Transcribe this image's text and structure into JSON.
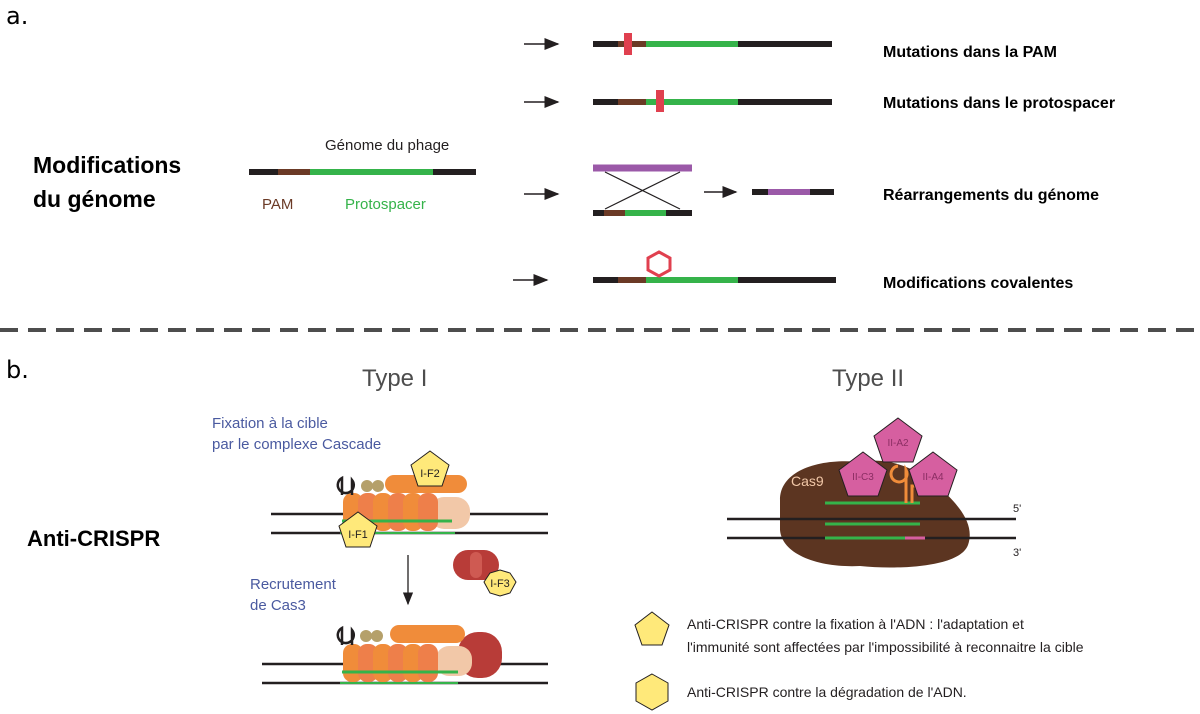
{
  "panel_a": {
    "label": "a.",
    "heading_line1": "Modifications",
    "heading_line2": "du génome",
    "genome_label": "Génome du phage",
    "pam_label": "PAM",
    "protospacer_label": "Protospacer",
    "rows": [
      {
        "label": "Mutations dans la PAM"
      },
      {
        "label": "Mutations dans le protospacer"
      },
      {
        "label": "Réarrangements du génome"
      },
      {
        "label": "Modifications covalentes"
      }
    ]
  },
  "panel_b": {
    "label": "b.",
    "heading": "Anti-CRISPR",
    "type1": {
      "title": "Type I",
      "caption1_line1": "Fixation à la cible",
      "caption1_line2": "par le complexe Cascade",
      "caption2_line1": "Recrutement",
      "caption2_line2": "de Cas3",
      "proteins": {
        "f1": "I-F1",
        "f2": "I-F2",
        "f3": "I-F3"
      }
    },
    "type2": {
      "title": "Type II",
      "cas9": "Cas9",
      "proteins": {
        "a2": "II-A2",
        "a4": "II-A4",
        "c3": "II-C3"
      },
      "end5": "5'",
      "end3": "3'"
    },
    "legend": {
      "item1_line1": "Anti-CRISPR contre la fixation à l'ADN  : l'adaptation et",
      "item1_line2": "l'immunité sont affectées par l'impossibilité à reconnaitre la cible",
      "item2": "Anti-CRISPR contre la dégradation de l'ADN."
    }
  },
  "colors": {
    "dna": "#231f20",
    "pam": "#6b3a26",
    "protospacer": "#35b34a",
    "mutation": "#e0404f",
    "rearrangement": "#9b59a8",
    "cas9": "#5c3521",
    "pentagon": "#ffe97a",
    "hexagon": "#ffe97a",
    "type2_inhibitor": "#d65fa0",
    "caption_blue": "#4a5aa0"
  }
}
